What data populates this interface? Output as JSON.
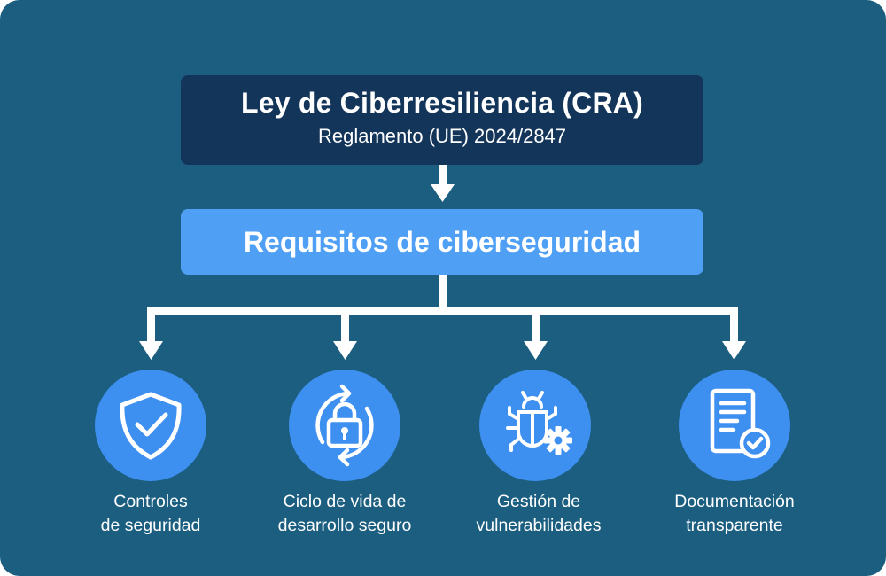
{
  "header": {
    "title": "Ley de Ciberresiliencia (CRA)",
    "subtitle": "Reglamento (UE) 2024/2847"
  },
  "requirements": {
    "label": "Requisitos de ciberseguridad"
  },
  "items": [
    {
      "icon": "shield-check-icon",
      "line1": "Controles",
      "line2": "de seguridad"
    },
    {
      "icon": "lock-cycle-icon",
      "line1": "Ciclo de vida de",
      "line2": "desarrollo seguro"
    },
    {
      "icon": "bug-gear-icon",
      "line1": "Gestión de",
      "line2": "vulnerabilidades"
    },
    {
      "icon": "document-check-icon",
      "line1": "Documentación",
      "line2": "transparente"
    }
  ],
  "colors": {
    "background": "#1b5e80",
    "top_box": "#13355a",
    "requirements_box": "#4fa0f5",
    "icon_circle": "#3d8ff0",
    "text": "#ffffff"
  }
}
